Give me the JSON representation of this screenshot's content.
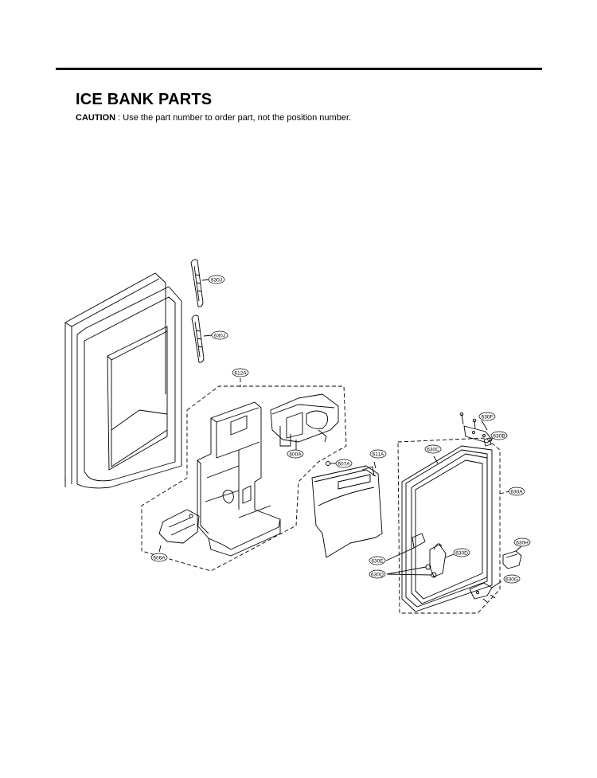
{
  "header": {
    "title": "ICE BANK PARTS",
    "caution_label": "CAUTION",
    "caution_text": " : Use the part number to order part, not the position number."
  },
  "callouts": [
    {
      "id": "630J-top",
      "label": "630J"
    },
    {
      "id": "630J-bottom",
      "label": "630J"
    },
    {
      "id": "612A",
      "label": "612A"
    },
    {
      "id": "600A",
      "label": "600A"
    },
    {
      "id": "607A",
      "label": "607A"
    },
    {
      "id": "611A",
      "label": "611A"
    },
    {
      "id": "606A",
      "label": "606A"
    },
    {
      "id": "630F",
      "label": "630F"
    },
    {
      "id": "630B",
      "label": "630B"
    },
    {
      "id": "630C",
      "label": "630C"
    },
    {
      "id": "630A",
      "label": "630A"
    },
    {
      "id": "630H",
      "label": "630H"
    },
    {
      "id": "630D",
      "label": "630D"
    },
    {
      "id": "630E",
      "label": "630E"
    },
    {
      "id": "630Q",
      "label": "630Q"
    },
    {
      "id": "630G",
      "label": "630G"
    }
  ]
}
